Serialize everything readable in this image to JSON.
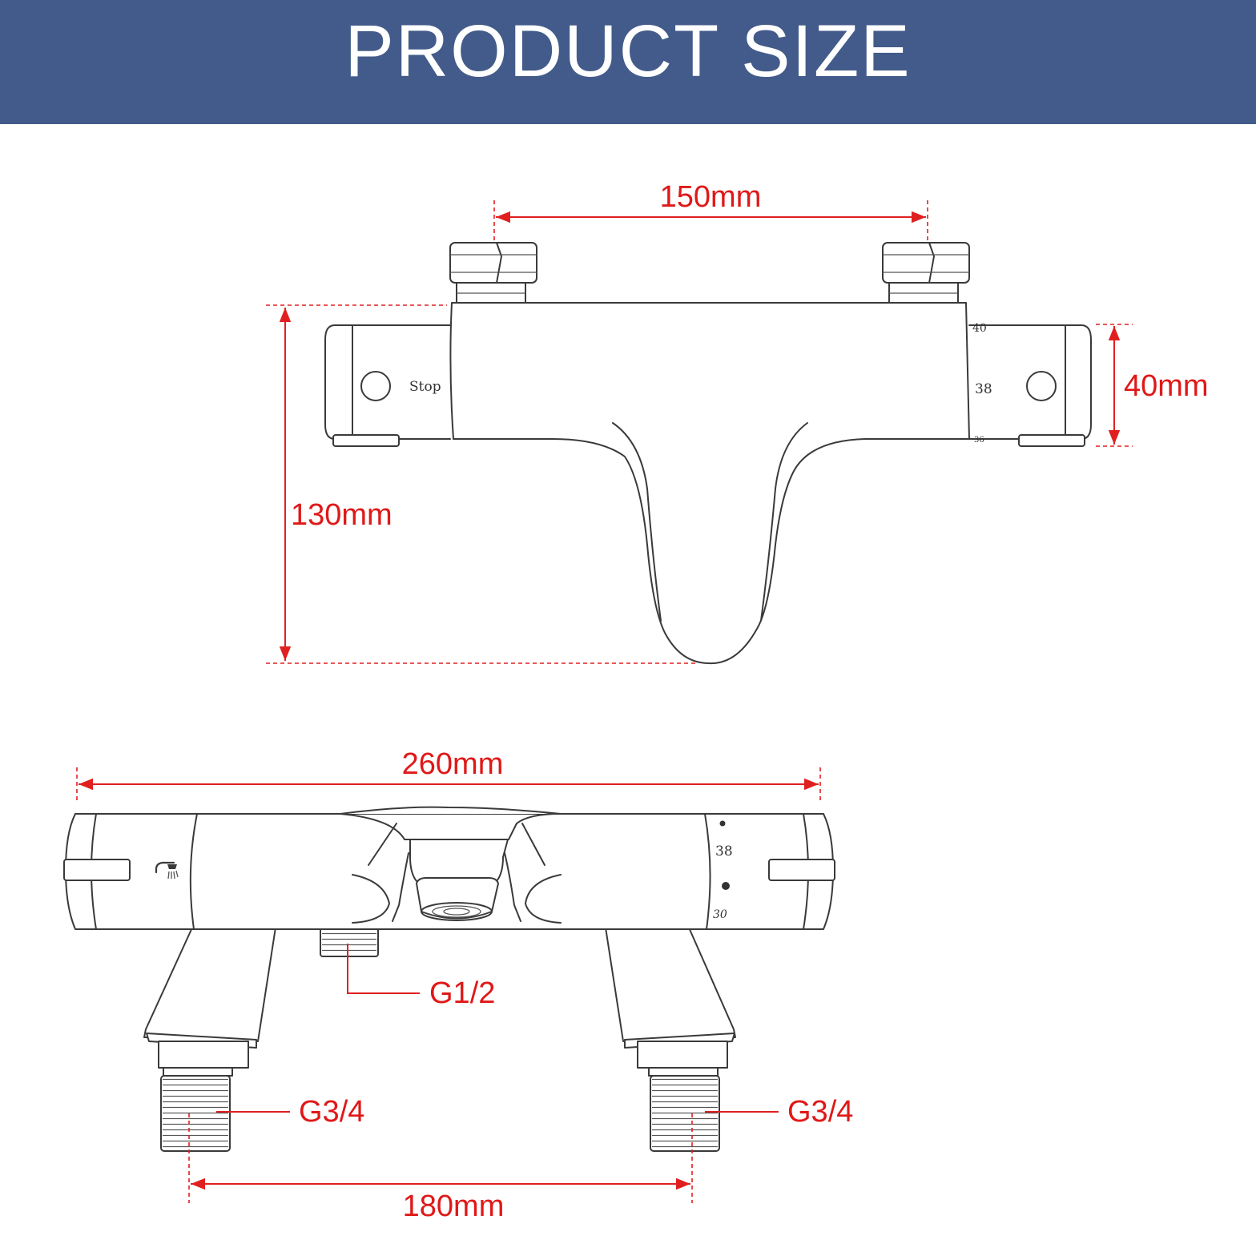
{
  "header": {
    "title": "PRODUCT SIZE"
  },
  "colors": {
    "banner": "#435b8a",
    "dimension": "#e01818",
    "outline": "#3a3a3a"
  },
  "front_view": {
    "stop_label": "Stop",
    "scale_top": "40",
    "scale_mid": "38",
    "scale_bottom": "36"
  },
  "bottom_view": {
    "scale_top": "38",
    "scale_bottom": "30",
    "icon": "shower-head-icon"
  },
  "dimensions": {
    "inlet_spacing_top": "150mm",
    "height": "130mm",
    "body_diameter": "40mm",
    "total_width": "260mm",
    "inlet_spacing_bottom": "180mm",
    "outlet_thread": "G1/2",
    "inlet_thread_left": "G3/4",
    "inlet_thread_right": "G3/4"
  }
}
